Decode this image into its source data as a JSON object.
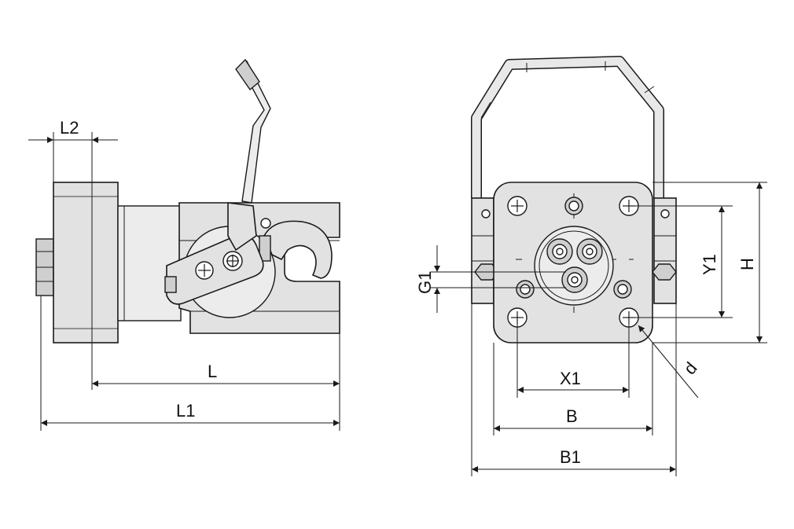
{
  "dimensions": {
    "l2": "L2",
    "l": "L",
    "l1": "L1",
    "g1": "G1",
    "x1": "X1",
    "b": "B",
    "b1": "B1",
    "y1": "Y1",
    "h": "H",
    "d": "d"
  },
  "colors": {
    "body": "#e2e2e2",
    "line": "#1a1a1a",
    "background": "#ffffff"
  }
}
